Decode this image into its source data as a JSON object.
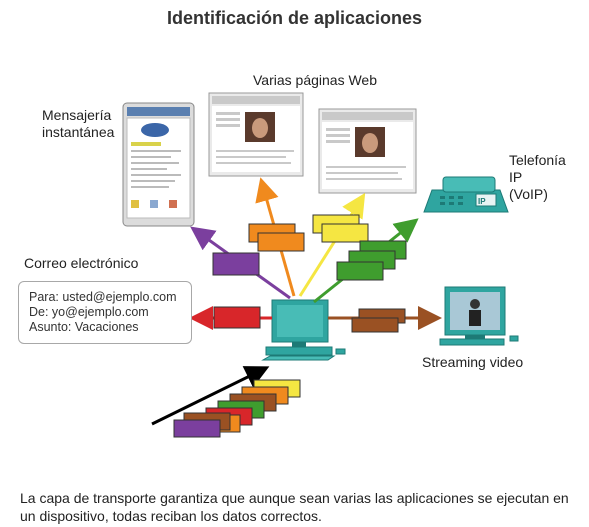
{
  "title": "Identificación de aplicaciones",
  "labels": {
    "im": "Mensajería\ninstantánea",
    "web": "Varias páginas Web",
    "voip": "Telefonía\nIP\n(VoIP)",
    "email": "Correo electrónico",
    "streaming": "Streaming video"
  },
  "email": {
    "to": "Para: usted@ejemplo.com",
    "from": "De: yo@ejemplo.com",
    "subject": "Asunto: Vacaciones"
  },
  "footer": "La capa de transporte garantiza que aunque sean varias las aplicaciones se ejecutan en un dispositivo, todas reciban los datos correctos.",
  "colors": {
    "purple": "#7b3f9e",
    "orange": "#f08a1e",
    "yellow": "#f5e642",
    "green": "#3f9d2e",
    "red": "#d8262a",
    "brown": "#9a5123",
    "teal": "#2fa5a0"
  }
}
